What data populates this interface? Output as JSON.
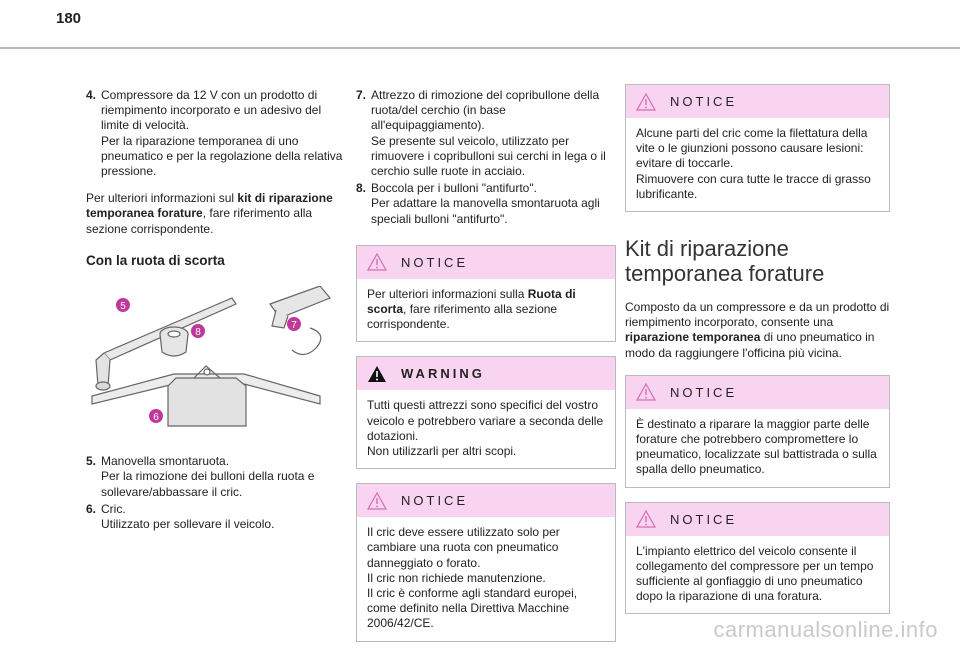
{
  "page_number": "180",
  "col1": {
    "items_a": [
      {
        "num": "4.",
        "lines": [
          "Compressore da 12 V con un prodotto di riempimento incorporato e un adesivo del limite di velocità.",
          "Per la riparazione temporanea di uno pneumatico e per la regolazione della relativa pressione."
        ]
      }
    ],
    "para": {
      "pre": "Per ulteriori informazioni sul ",
      "bold": "kit di riparazione temporanea forature",
      "post": ", fare riferimento alla sezione corrispondente."
    },
    "subheading": "Con la ruota di scorta",
    "figure_labels": [
      "5",
      "8",
      "7",
      "6"
    ],
    "items_b": [
      {
        "num": "5.",
        "lines": [
          "Manovella smontaruota.",
          "Per la rimozione dei bulloni della ruota e sollevare/abbassare il cric."
        ]
      },
      {
        "num": "6.",
        "lines": [
          "Cric.",
          "Utilizzato per sollevare il veicolo."
        ]
      }
    ]
  },
  "col2": {
    "items": [
      {
        "num": "7.",
        "lines": [
          "Attrezzo di rimozione del copribullone della ruota/del cerchio (in base all'equipaggiamento).",
          "Se presente sul veicolo, utilizzato per rimuovere i copribulloni sui cerchi in lega o il cerchio sulle ruote in acciaio."
        ]
      },
      {
        "num": "8.",
        "lines": [
          "Boccola per i bulloni \"antifurto\".",
          "Per adattare la manovella smontaruota agli speciali bulloni \"antifurto\"."
        ]
      }
    ],
    "notice1": {
      "label": "NOTICE",
      "pre": "Per ulteriori informazioni sulla ",
      "bold": "Ruota di scorta",
      "post": ", fare riferimento alla sezione corrispondente."
    },
    "warning": {
      "label": "WARNING",
      "lines": [
        "Tutti questi attrezzi sono specifici del vostro veicolo e potrebbero variare a seconda delle dotazioni.",
        "Non utilizzarli per altri scopi."
      ]
    },
    "notice2": {
      "label": "NOTICE",
      "lines": [
        "Il cric deve essere utilizzato solo per cambiare una ruota con pneumatico danneggiato o forato.",
        "Il cric non richiede manutenzione.",
        "Il cric è conforme agli standard europei, come definito nella Direttiva Macchine 2006/42/CE."
      ]
    }
  },
  "col3": {
    "notice1": {
      "label": "NOTICE",
      "lines": [
        "Alcune parti del cric come la filettatura della vite o le giunzioni possono causare lesioni: evitare di toccarle.",
        "Rimuovere con cura tutte le tracce di grasso lubrificante."
      ]
    },
    "title": "Kit di riparazione temporanea forature",
    "para": {
      "pre": "Composto da un compressore e da un prodotto di riempimento incorporato, consente una ",
      "bold": "riparazione temporanea",
      "post": " di uno pneumatico in modo da raggiungere l'officina più vicina."
    },
    "notice2": {
      "label": "NOTICE",
      "lines": [
        "È destinato a riparare la maggior parte delle forature che potrebbero compromettere lo pneumatico, localizzate sul battistrada o sulla spalla dello pneumatico."
      ]
    },
    "notice3": {
      "label": "NOTICE",
      "lines": [
        "L'impianto elettrico del veicolo consente il collegamento del compressore per un tempo sufficiente al gonfiaggio di uno pneumatico dopo la riparazione di una foratura."
      ]
    }
  },
  "watermark": "carmanualsonline.info",
  "colors": {
    "notice_header": "#f9d4f0",
    "badge": "#c0399a",
    "rule": "#b8b8b8"
  }
}
